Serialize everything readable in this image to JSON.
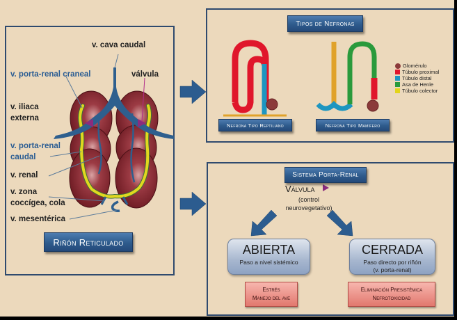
{
  "kidney_panel": {
    "title": "Riñón Reticulado",
    "labels": {
      "cava_caudal": "v. cava caudal",
      "porta_renal_craneal": "v. porta-renal craneal",
      "valvula": "válvula",
      "iliaca_externa_1": "v. iliaca",
      "iliaca_externa_2": "externa",
      "porta_renal_caudal_1": "v. porta-renal",
      "porta_renal_caudal_2": "caudal",
      "renal": "v. renal",
      "zona_coccigea_1": "v. zona",
      "zona_coccigea_2": "coccígea, cola",
      "mesenterica": "v. mesentérica"
    }
  },
  "nephron_panel": {
    "title": "Tipos de Nefronas",
    "reptilian_label": "Nefrona Tipo Reptiliano",
    "mammal_label": "Nefrona Tipo Mamífero",
    "legend": [
      {
        "label": "Glomérulo",
        "color": "#8b3a3a",
        "shape": "circle"
      },
      {
        "label": "Túbulo  proximal",
        "color": "#e0162b",
        "shape": "square"
      },
      {
        "label": "Túbulo distal",
        "color": "#1e96c0",
        "shape": "square"
      },
      {
        "label": "Asa de Henle",
        "color": "#2a9a3c",
        "shape": "square"
      },
      {
        "label": "Túbulo colector",
        "color": "#e3d41a",
        "shape": "square"
      }
    ]
  },
  "porta_panel": {
    "title": "Sistema Porta-Renal",
    "valve_label": "Válvula",
    "control_1": "(control",
    "control_2": "neurovegetativo)",
    "open": {
      "title": "ABIERTA",
      "sub_1": "Paso a  nivel sistémico",
      "effects_1": "Estrés",
      "effects_2": "Manejo del ave"
    },
    "closed": {
      "title": "CERRADA",
      "sub_1": "Paso  directo por riñón",
      "sub_2": "(v. porta-renal)",
      "effects_1": "Eliminación Presistémica",
      "effects_2": "Nefrotoxicidad"
    }
  },
  "colors": {
    "background": "#ecd9bc",
    "frame": "#2f4a6e",
    "vein_blue": "#2e5f8e",
    "kidney": "#7a1f27",
    "yellow": "#e1d81f",
    "valve": "#8b2c7e"
  }
}
